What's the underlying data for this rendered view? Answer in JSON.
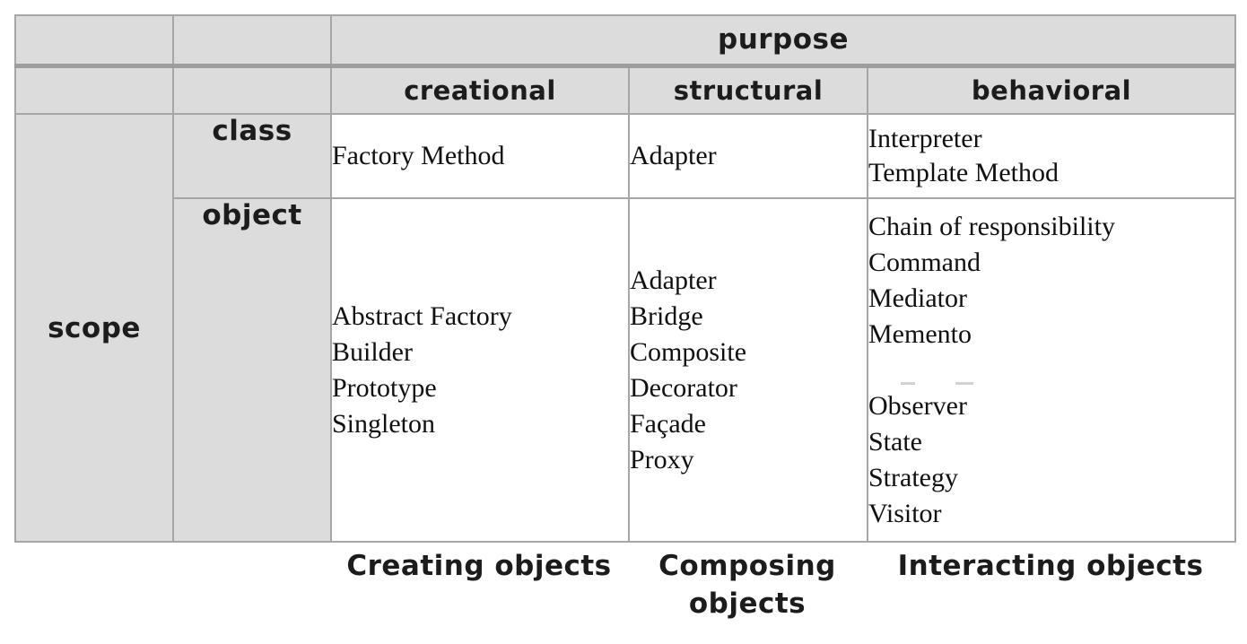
{
  "colors": {
    "header_fill": "#dcdcdc",
    "grid_line": "#a6a6a6",
    "thick_divider": "#9d9d9d",
    "text": "#1c1c1c",
    "background": "#ffffff"
  },
  "table": {
    "purpose_header": "purpose",
    "scope_header": "scope",
    "column_headers": [
      "creational",
      "structural",
      "behavioral"
    ],
    "row_headers": [
      "class",
      "object"
    ],
    "captions": [
      "Creating objects",
      "Composing objects",
      "Interacting objects"
    ]
  },
  "cells": {
    "class": {
      "creational": [
        "Factory Method"
      ],
      "structural": [
        "Adapter"
      ],
      "behavioral": [
        "Interpreter",
        "Template Method"
      ]
    },
    "object": {
      "creational": [
        "Abstract Factory",
        "Builder",
        "Prototype",
        "Singleton"
      ],
      "structural": [
        "Adapter",
        "Bridge",
        "Composite",
        "Decorator",
        "Façade",
        "Proxy"
      ],
      "behavioral": [
        "Chain of responsibility",
        "Command",
        "Mediator",
        "Memento",
        "",
        "Observer",
        "State",
        "Strategy",
        "Visitor"
      ]
    }
  },
  "chart_data": {
    "type": "table",
    "col_axis": {
      "label": "purpose",
      "categories": [
        "creational",
        "structural",
        "behavioral"
      ]
    },
    "row_axis": {
      "label": "scope",
      "categories": [
        "class",
        "object"
      ]
    },
    "cells": {
      "class": {
        "creational": [
          "Factory Method"
        ],
        "structural": [
          "Adapter"
        ],
        "behavioral": [
          "Interpreter",
          "Template Method"
        ]
      },
      "object": {
        "creational": [
          "Abstract Factory",
          "Builder",
          "Prototype",
          "Singleton"
        ],
        "structural": [
          "Adapter",
          "Bridge",
          "Composite",
          "Decorator",
          "Façade",
          "Proxy"
        ],
        "behavioral": [
          "Chain of responsibility",
          "Command",
          "Mediator",
          "Memento",
          "Observer",
          "State",
          "Strategy",
          "Visitor"
        ]
      }
    },
    "footer_captions": [
      "Creating objects",
      "Composing objects",
      "Interacting objects"
    ],
    "layout_hints": {
      "header_fill": "#dcdcdc",
      "body_font": "serif",
      "header_font": "techno sans",
      "grid": "on"
    }
  }
}
